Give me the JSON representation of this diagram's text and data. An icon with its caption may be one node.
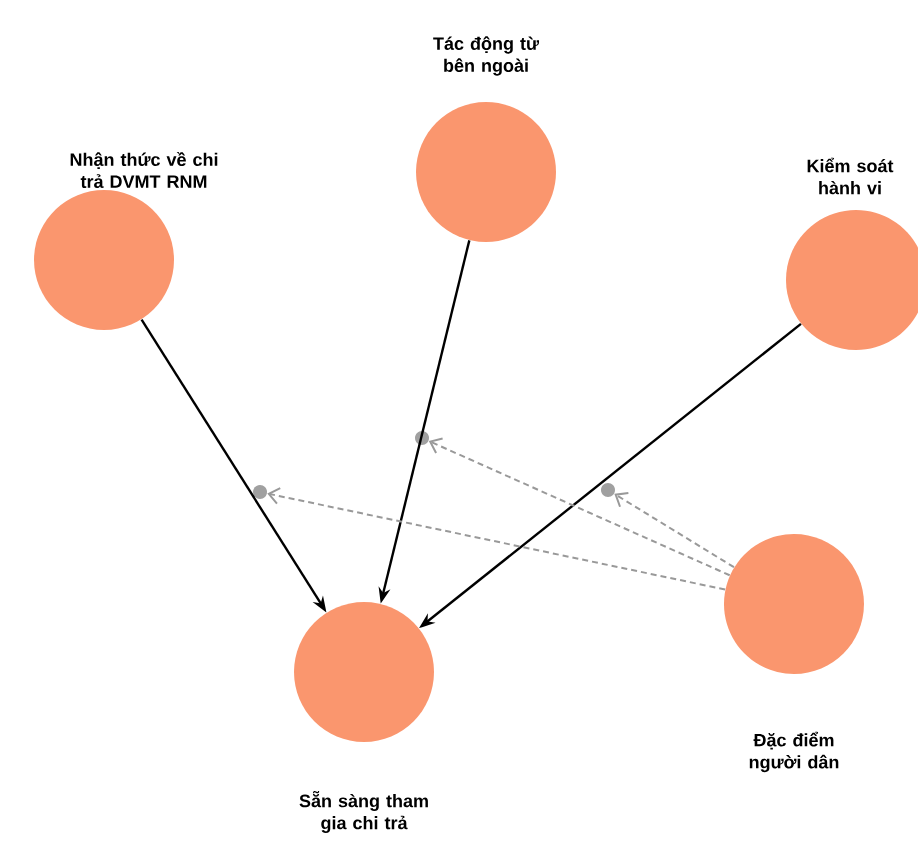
{
  "diagram": {
    "nodes": [
      {
        "text": [
          "Tác động từ bên ngoài"
        ]
      },
      {
        "text": [
          "Nhận thức về chi trả DVMT RNM"
        ]
      },
      {
        "text": [
          "Kiểm soát hành vi"
        ]
      },
      {
        "text": [],
        "shape": "circle"
      },
      {
        "text": [],
        "shape": "circle"
      },
      {
        "text": [],
        "shape": "circle"
      },
      {
        "text": [
          "Đặc điểm người dân"
        ]
      },
      {
        "text": [
          "Sẵn sàng tham gia chi trả"
        ]
      }
    ],
    "edges": [
      {
        "from": 1,
        "to": 7,
        "arrow": "to"
      },
      {
        "from": 0,
        "to": 7,
        "arrow": "to"
      },
      {
        "from": 2,
        "to": 7,
        "arrow": "to"
      },
      {
        "from": 6,
        "to": 3,
        "arrow": "to",
        "style": "dashed",
        "color": "#999999"
      },
      {
        "from": 6,
        "to": 4,
        "arrow": "to",
        "style": "dashed",
        "color": "#999999"
      },
      {
        "from": 6,
        "to": 5,
        "arrow": "to",
        "style": "dashed",
        "color": "#999999"
      }
    ]
  }
}
